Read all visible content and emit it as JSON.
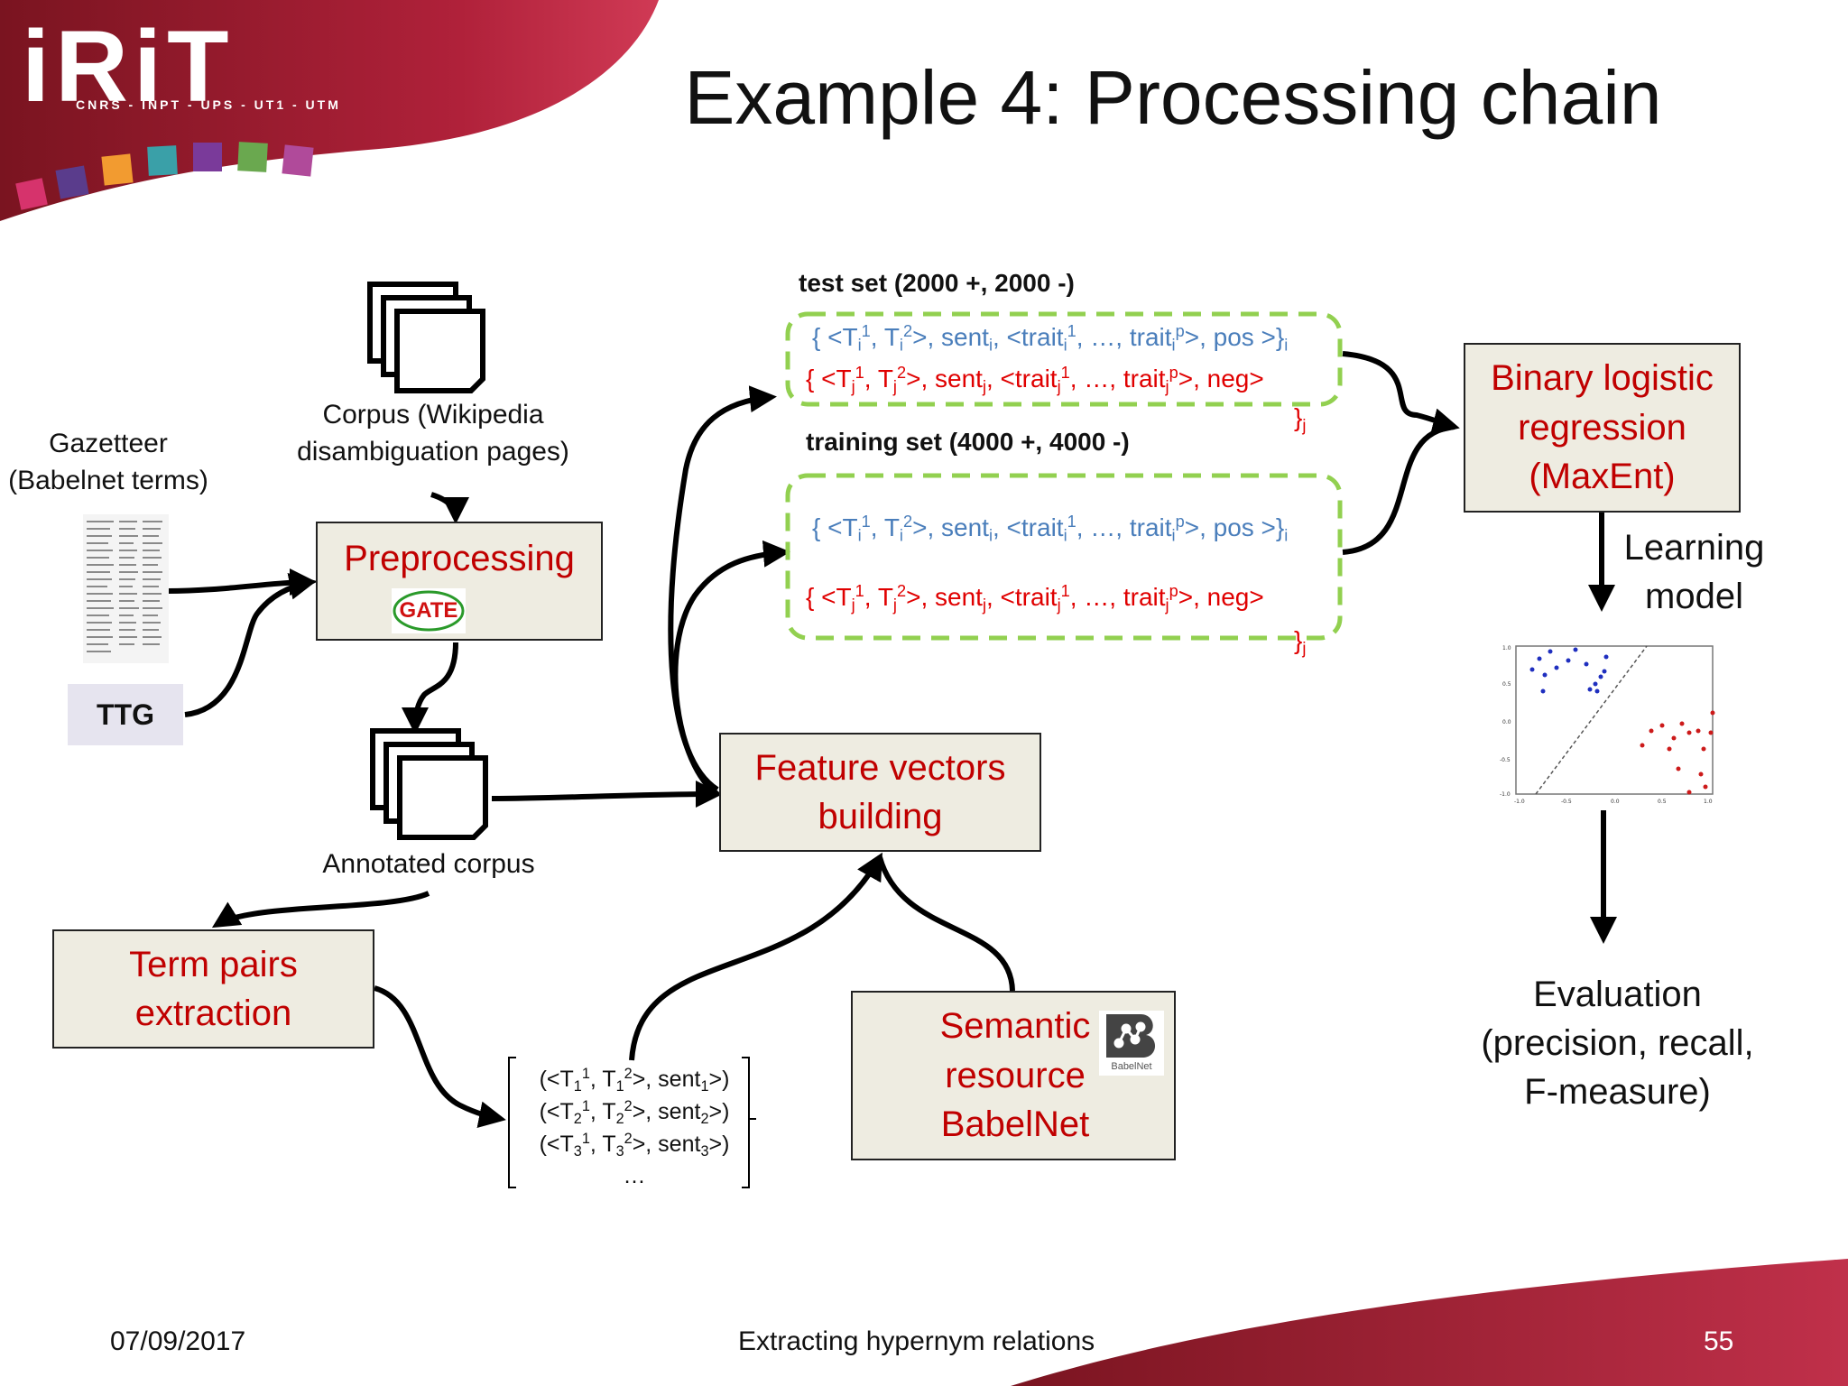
{
  "slide": {
    "title": "Example 4: Processing chain",
    "footer_date": "07/09/2017",
    "footer_title": "Extracting hypernym relations",
    "page_number": "55"
  },
  "logo": {
    "word": "iRiT",
    "subtitle": "CNRS - INPT - UPS - UT1 - UTM",
    "colors": [
      "#d6336c",
      "#5a3c8c",
      "#f29b30",
      "#3aa0a8",
      "#7a3a9a",
      "#6aa84f",
      "#b04a9a"
    ]
  },
  "inputs": {
    "corpus_label": "Corpus (Wikipedia disambiguation pages)",
    "gazetteer_label": "Gazetteer (Babelnet terms)",
    "ttg_label": "TTG",
    "annotated_label": "Annotated corpus"
  },
  "boxes": {
    "preprocessing": "Preprocessing",
    "gate_logo": "GATE",
    "term_pairs": "Term pairs extraction",
    "feature_vectors": "Feature vectors building",
    "semantic_resource": "Semantic resource BabelNet",
    "babelnet_logo": "BabelNet",
    "logistic": "Binary logistic regression (MaxEnt)"
  },
  "sets": {
    "test_label": "test set (2000 +, 2000 -)",
    "training_label": "training set (4000 +, 4000 -)",
    "pos_tokens": [
      "{ <T",
      "i",
      "1",
      ", T",
      "i",
      "2",
      ">, sent",
      "i",
      ", <trait",
      "i",
      "1",
      ", …, trait",
      "i",
      "p",
      ">, pos >}",
      "i"
    ],
    "neg_tokens": [
      "{ <T",
      "j",
      "1",
      ", T",
      "j",
      "2",
      ">, sent",
      "j",
      ", <trait",
      "j",
      "1",
      ", …, trait",
      "j",
      "p",
      ">, neg>"
    ],
    "neg_close": "}",
    "neg_close_sub": "j"
  },
  "pairs_list": {
    "lines": [
      [
        "(<T",
        "1",
        "1",
        ", T",
        "1",
        "2",
        ">, sent",
        "1",
        ">)"
      ],
      [
        "(<T",
        "2",
        "1",
        ", T",
        "2",
        "2",
        ">, sent",
        "2",
        ">)"
      ],
      [
        "(<T",
        "3",
        "1",
        ", T",
        "3",
        "2",
        ">, sent",
        "3",
        ">)"
      ]
    ],
    "ellipsis": "…"
  },
  "right": {
    "learning_model": "Learning model",
    "evaluation": "Evaluation (precision, recall, F-measure)"
  },
  "colors": {
    "box_fill": "#eeece1",
    "box_text": "#c00000",
    "dash_green": "#92d050",
    "pos_blue": "#4a7ebb",
    "neg_red": "#e00000",
    "ttg_fill": "#e6e4ef",
    "brand_red": "#b0213a"
  }
}
